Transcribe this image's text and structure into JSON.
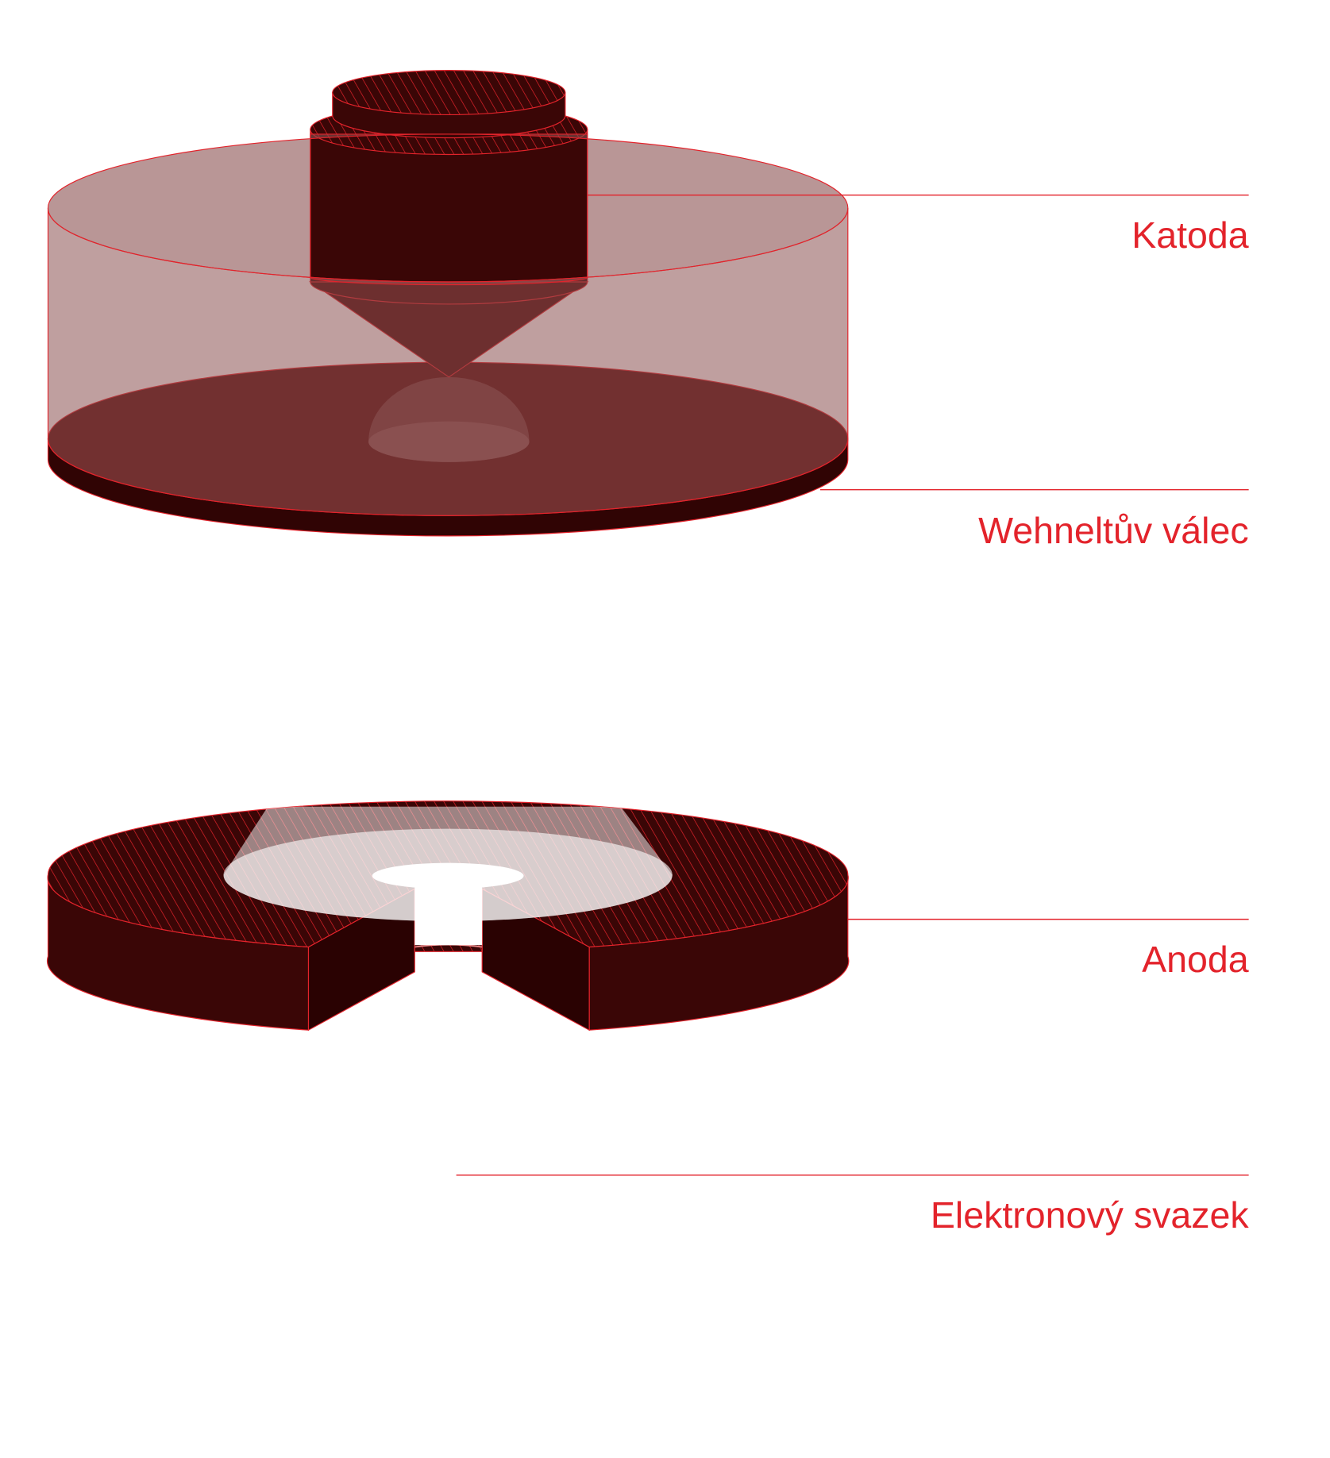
{
  "labels": {
    "cathode": "Katoda",
    "wehnelt": "Wehneltův válec",
    "anode": "Anoda",
    "beam": "Elektronový svazek"
  },
  "colors": {
    "accent": "#e3232b",
    "dark_red": "#3a0606",
    "mid_red": "#560909",
    "translucent_red": "#8a5050"
  }
}
